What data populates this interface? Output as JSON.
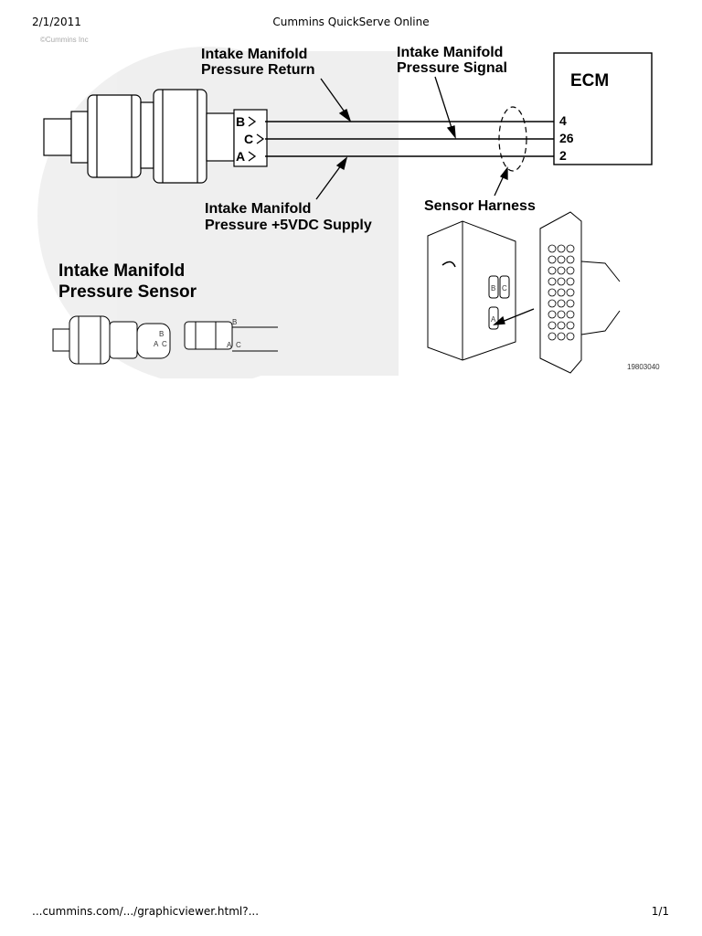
{
  "header": {
    "date": "2/1/2011",
    "title": "Cummins QuickServe Online"
  },
  "footer": {
    "url": "...cummins.com/.../graphicviewer.html?...",
    "page": "1/1"
  },
  "diagram": {
    "watermark": "©Cummins Inc",
    "label_return_1": "Intake Manifold",
    "label_return_2": "Pressure Return",
    "label_signal_1": "Intake Manifold",
    "label_signal_2": "Pressure Signal",
    "label_supply_1": "Intake Manifold",
    "label_supply_2": "Pressure +5VDC Supply",
    "label_harness": "Sensor Harness",
    "label_sensor_1": "Intake Manifold",
    "label_sensor_2": "Pressure Sensor",
    "ecm": "ECM",
    "pins": [
      "B",
      "C",
      "A"
    ],
    "ecm_pins": [
      "4",
      "26",
      "2"
    ],
    "plug_pins": [
      "B",
      "A",
      "C"
    ],
    "connector_pins": [
      "B",
      "C",
      "A"
    ],
    "figure_id": "19803040"
  }
}
